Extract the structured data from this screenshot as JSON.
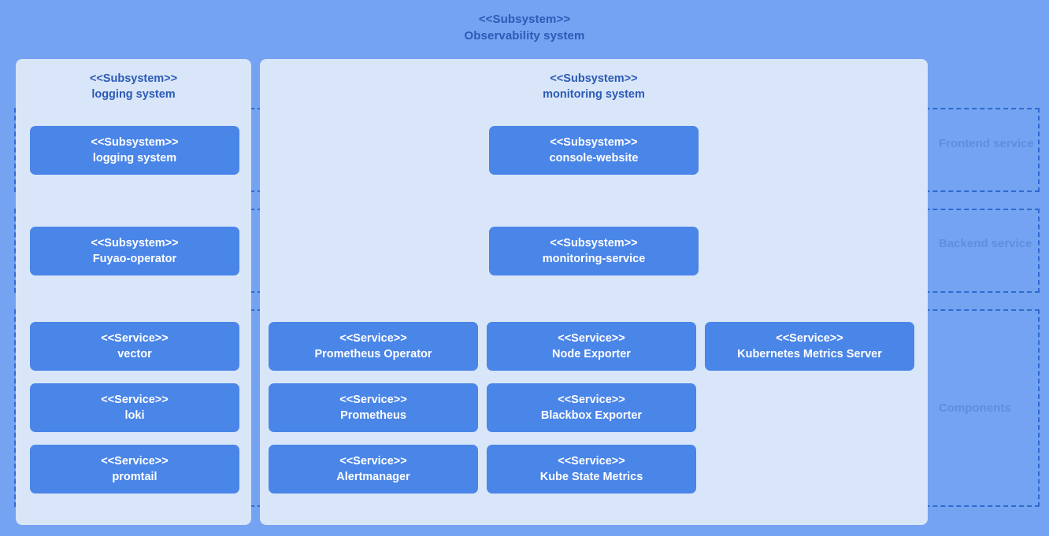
{
  "diagram": {
    "title": {
      "stereotype": "<<Subsystem>>",
      "name": "Observability system"
    },
    "colors": {
      "page_background": "#74a3f2",
      "panel_background": "#d9e5f9",
      "node_fill": "#4a85e8",
      "node_text": "#ffffff",
      "title_text": "#2b5bb5",
      "row_label_text": "#5e8ee0",
      "dashed_border": "#2f6ad0"
    }
  },
  "row_labels": [
    {
      "id": "frontend",
      "label": "Frontend service"
    },
    {
      "id": "backend",
      "label": "Backend service"
    },
    {
      "id": "components",
      "label": "Components"
    }
  ],
  "panels": [
    {
      "id": "logging",
      "title": {
        "stereotype": "<<Subsystem>>",
        "name": "logging system"
      },
      "frontend": [
        {
          "stereotype": "<<Subsystem>>",
          "name": "logging system"
        }
      ],
      "backend": [
        {
          "stereotype": "<<Subsystem>>",
          "name": "Fuyao-operator"
        }
      ],
      "components": [
        [
          {
            "stereotype": "<<Service>>",
            "name": "vector"
          }
        ],
        [
          {
            "stereotype": "<<Service>>",
            "name": "loki"
          }
        ],
        [
          {
            "stereotype": "<<Service>>",
            "name": "promtail"
          }
        ]
      ]
    },
    {
      "id": "monitoring",
      "title": {
        "stereotype": "<<Subsystem>>",
        "name": "monitoring system"
      },
      "frontend": [
        {
          "stereotype": "<<Subsystem>>",
          "name": "console-website"
        }
      ],
      "backend": [
        {
          "stereotype": "<<Subsystem>>",
          "name": "monitoring-service"
        }
      ],
      "components": [
        [
          {
            "stereotype": "<<Service>>",
            "name": "Prometheus Operator"
          },
          {
            "stereotype": "<<Service>>",
            "name": "Node Exporter"
          },
          {
            "stereotype": "<<Service>>",
            "name": "Kubernetes Metrics Server"
          }
        ],
        [
          {
            "stereotype": "<<Service>>",
            "name": "Prometheus"
          },
          {
            "stereotype": "<<Service>>",
            "name": "Blackbox Exporter"
          }
        ],
        [
          {
            "stereotype": "<<Service>>",
            "name": "Alertmanager"
          },
          {
            "stereotype": "<<Service>>",
            "name": "Kube State Metrics"
          }
        ]
      ]
    }
  ]
}
